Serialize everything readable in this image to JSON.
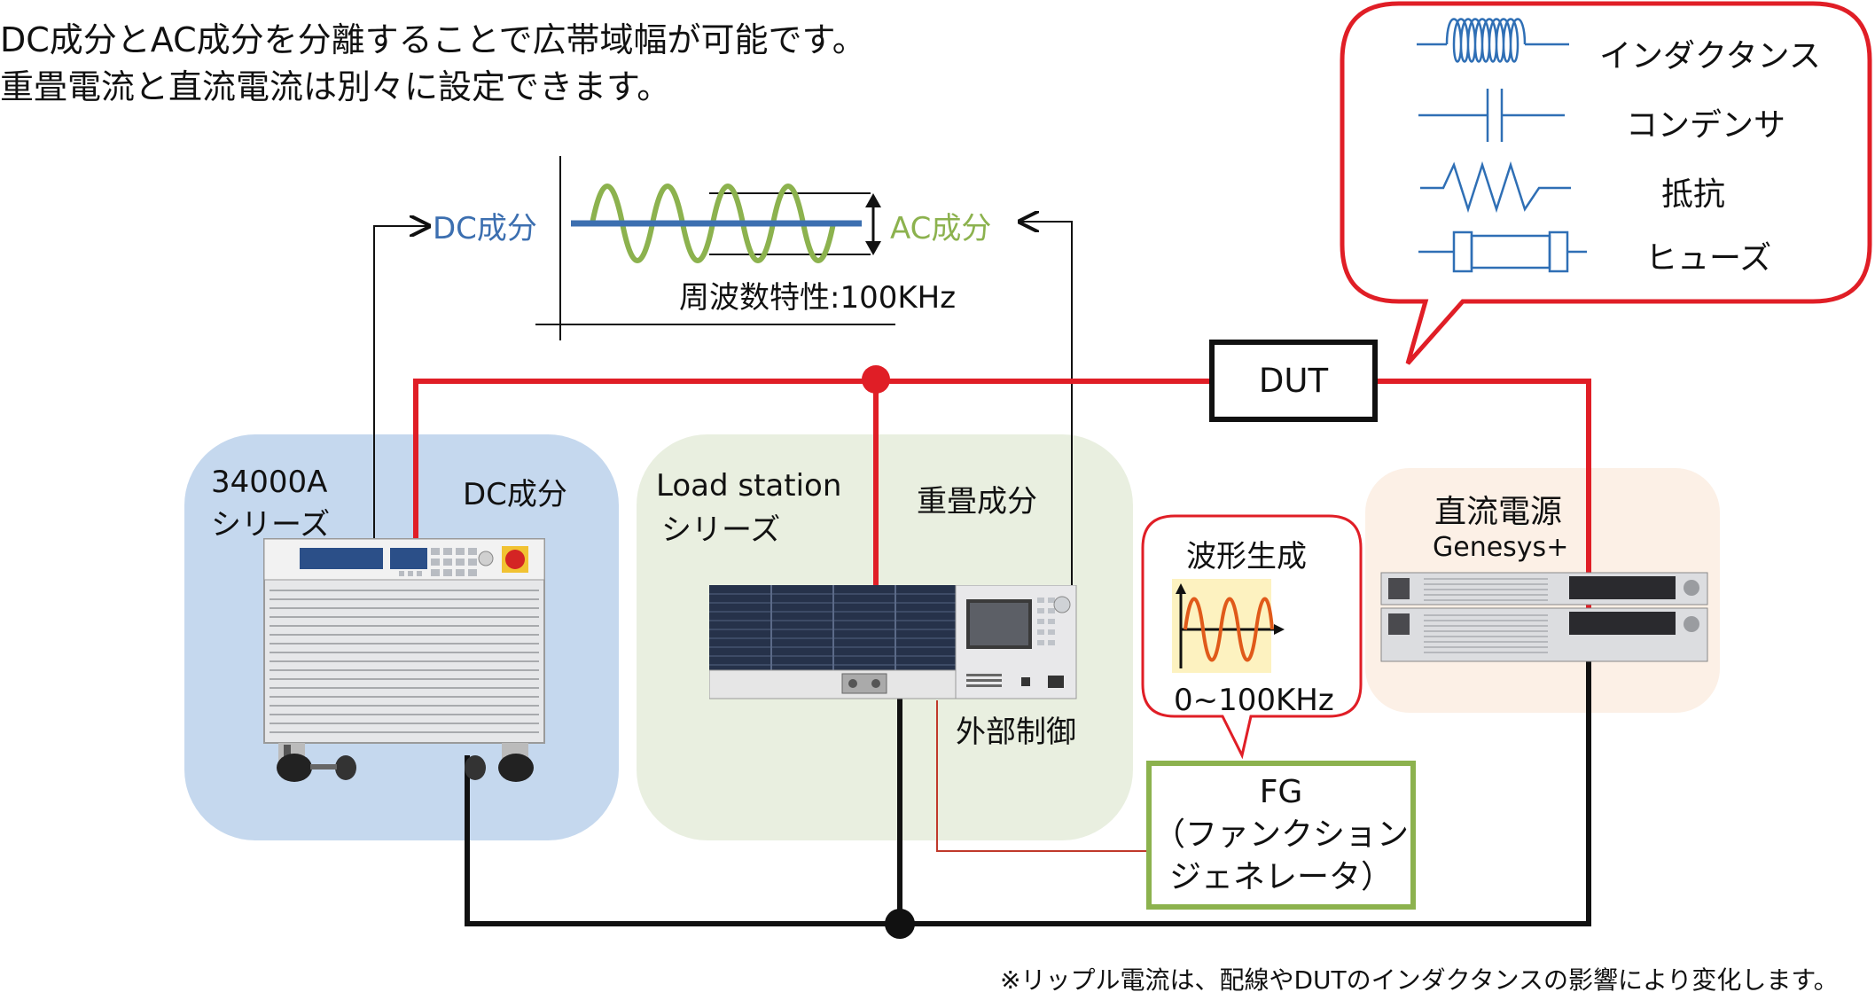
{
  "header": {
    "line1": "DC成分とAC成分を分離することで広帯域幅が可能です。",
    "line2": "重畳電流と直流電流は別々に設定できます。"
  },
  "waveform": {
    "dc_label": "DC成分",
    "ac_label": "AC成分",
    "freq_label": "周波数特性:100KHz"
  },
  "legend": {
    "items": [
      {
        "icon": "inductor-icon",
        "label": "インダクタンス"
      },
      {
        "icon": "capacitor-icon",
        "label": "コンデンサ"
      },
      {
        "icon": "resistor-icon",
        "label": "抵抗"
      },
      {
        "icon": "fuse-icon",
        "label": "ヒューズ"
      }
    ]
  },
  "dut": {
    "label": "DUT"
  },
  "series34000": {
    "name_line1": "34000A",
    "name_line2": "シリーズ",
    "component": "DC成分"
  },
  "loadstation": {
    "name_line1": "Load station",
    "name_line2": "シリーズ",
    "component": "重畳成分",
    "control": "外部制御"
  },
  "waveform_gen": {
    "title": "波形生成",
    "range": "0~100KHz"
  },
  "fg": {
    "line1": "FG",
    "line2": "（ファンクション",
    "line3": "ジェネレータ）"
  },
  "dc_supply": {
    "name": "直流電源",
    "model": "Genesys+"
  },
  "footnote": "※リップル電流は、配線やDUTのインダクタンスの影響により変化します。",
  "colors": {
    "red_wire": "#e01e26",
    "black_wire": "#111111",
    "dc_blue": "#3c6fb0",
    "ac_green": "#8cb24e"
  }
}
